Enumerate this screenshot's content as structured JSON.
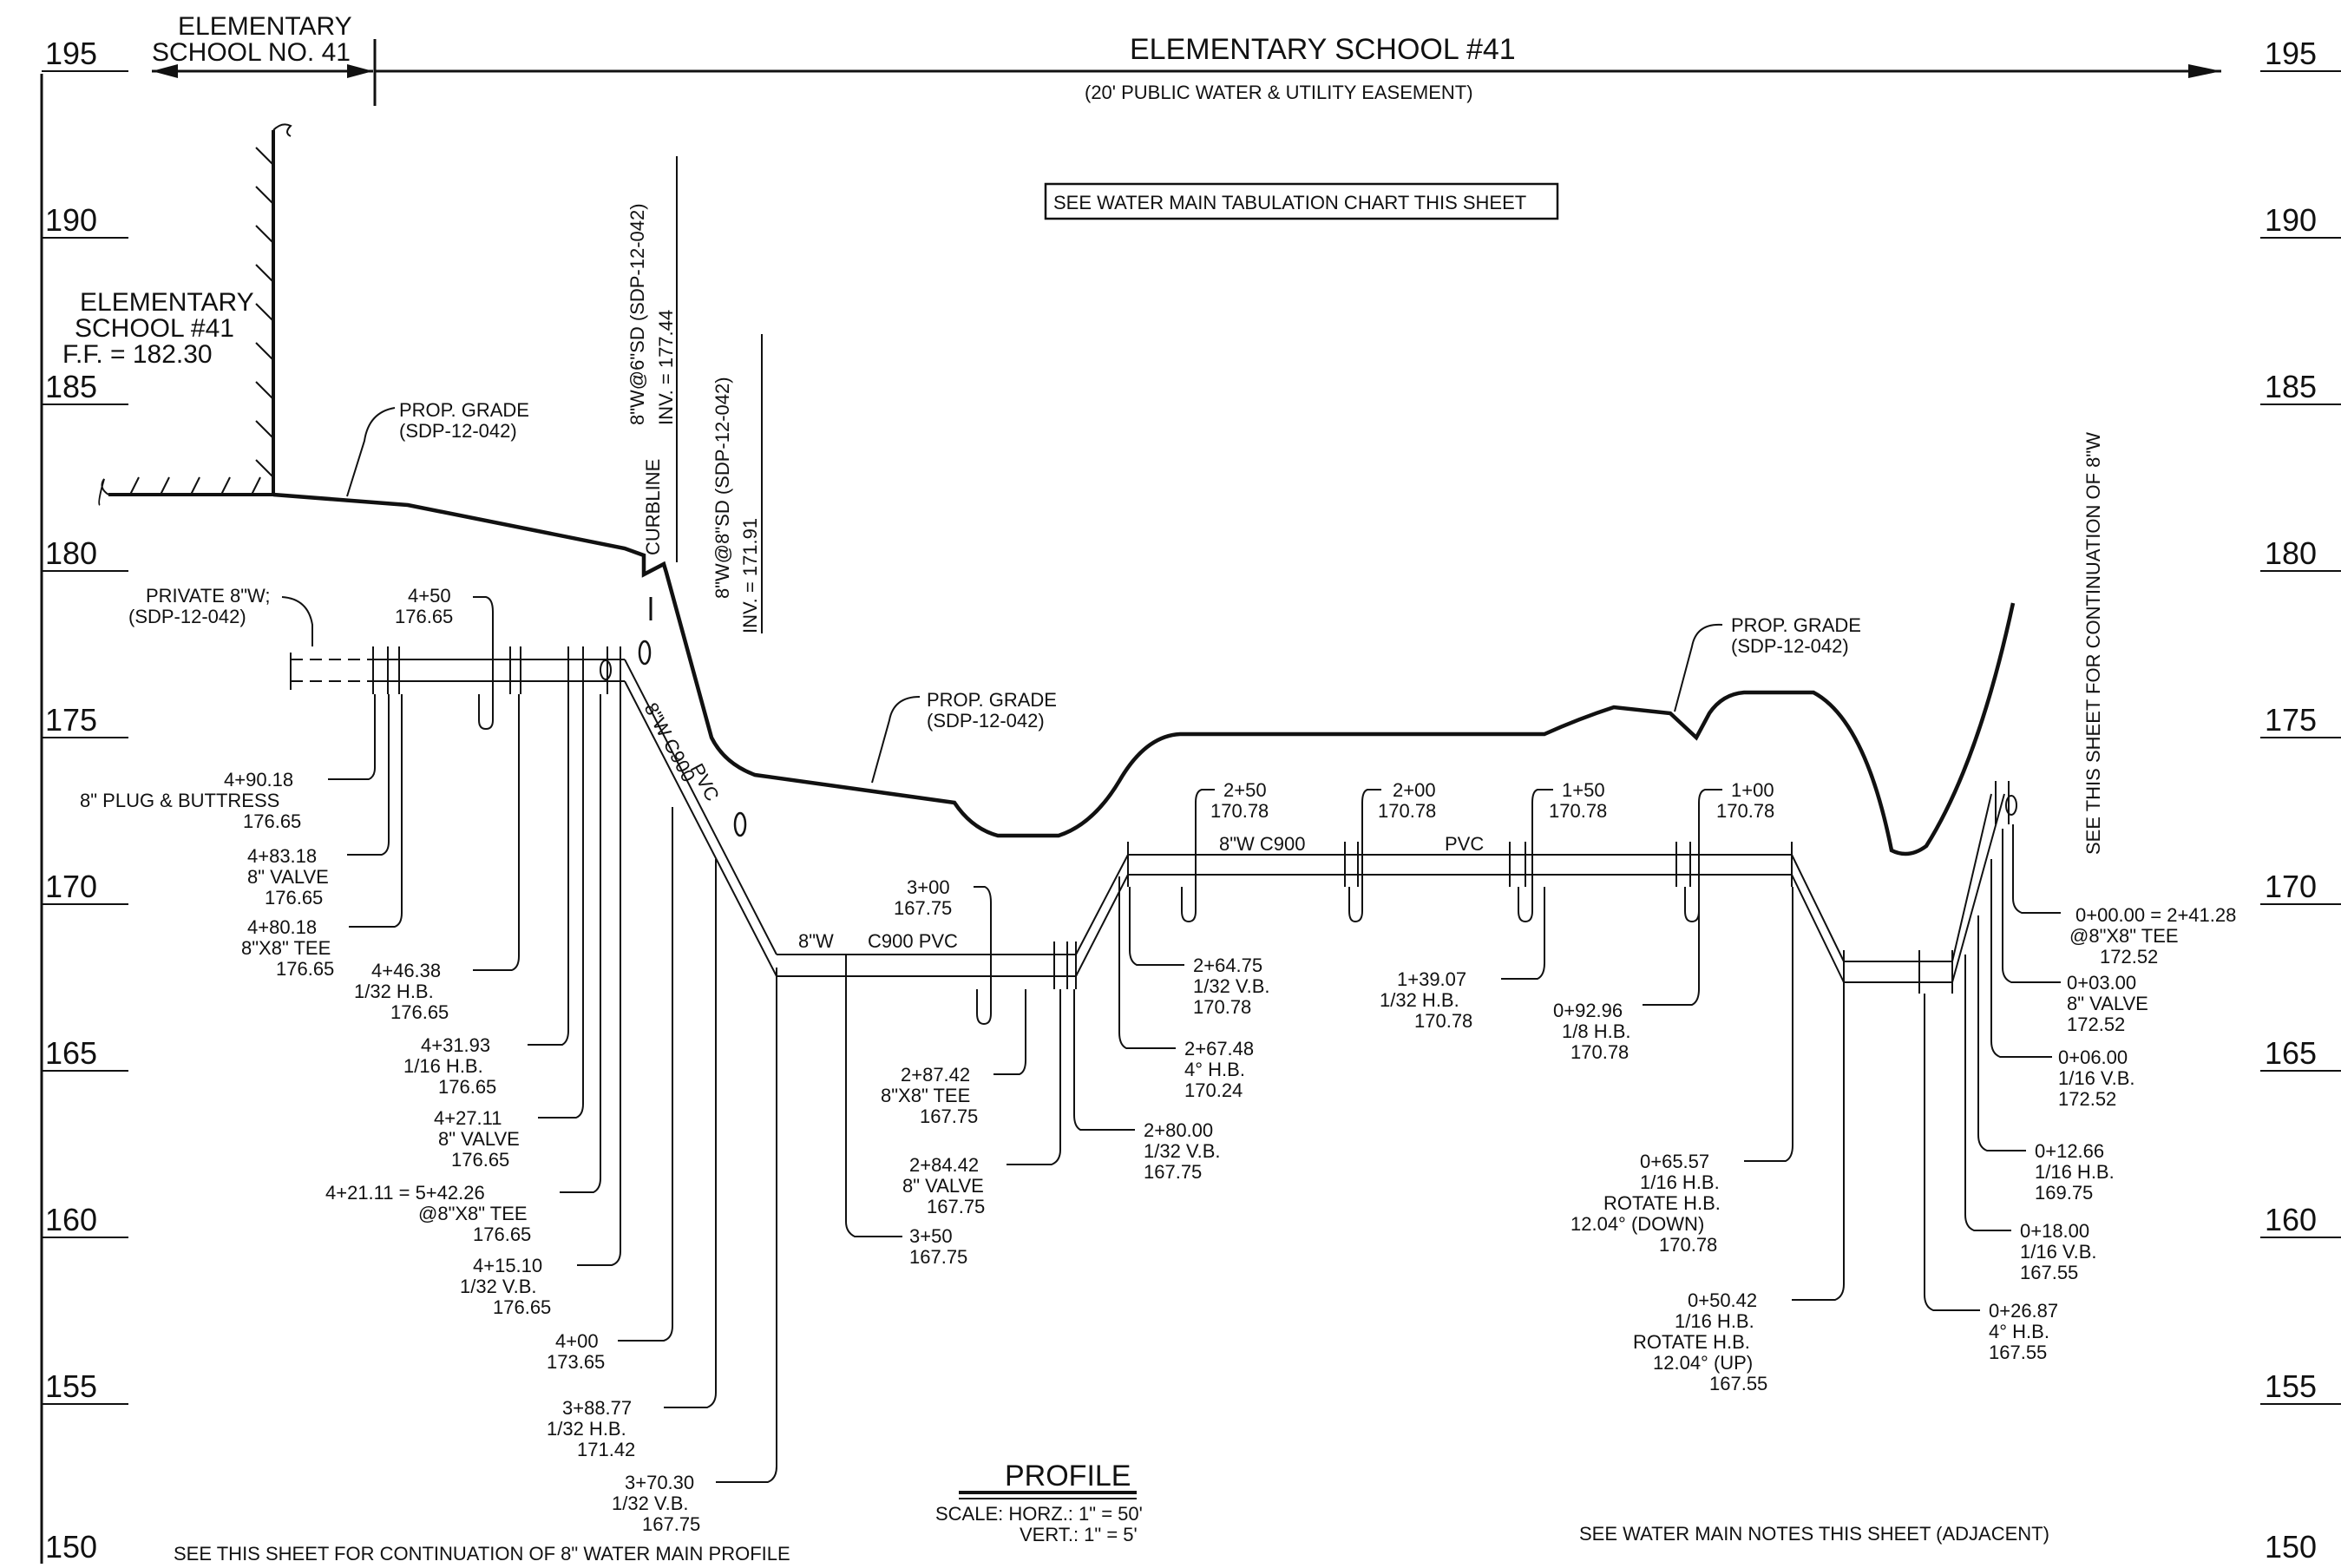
{
  "header": {
    "left_label_line1": "ELEMENTARY",
    "left_label_line2": "SCHOOL NO. 41",
    "main_label": "ELEMENTARY SCHOOL #41",
    "easement": "(20' PUBLIC WATER & UTILITY EASEMENT)",
    "tab_note": "SEE WATER MAIN TABULATION CHART THIS SHEET"
  },
  "elevations": {
    "left": [
      "195",
      "190",
      "185",
      "180",
      "175",
      "170",
      "165",
      "160",
      "155",
      "150"
    ],
    "right": [
      "195",
      "190",
      "185",
      "180",
      "175",
      "170",
      "165",
      "160",
      "155",
      "150"
    ]
  },
  "building": {
    "line1": "ELEMENTARY",
    "line2": "SCHOOL #41",
    "line3": "F.F. = 182.30"
  },
  "grade_labels": {
    "g1_line1": "PROP. GRADE",
    "g1_line2": "(SDP-12-042)",
    "g2_line1": "PROP. GRADE",
    "g2_line2": "(SDP-12-042)",
    "g3_line1": "PROP. GRADE",
    "g3_line2": "(SDP-12-042)"
  },
  "vertical_labels": {
    "curbline": "CURBLINE",
    "sd6_line1": "8\"W@6\"SD (SDP-12-042)",
    "sd6_line2": "INV. = 177.44",
    "sd8_line1": "8\"W@8\"SD (SDP-12-042)",
    "sd8_line2": "INV. = 171.91",
    "continuation_right": "SEE THIS SHEET FOR CONTINUATION OF 8\"W"
  },
  "pipe_labels": {
    "private_line1": "PRIVATE 8\"W;",
    "private_line2": "(SDP-12-042)",
    "diag_a": "8\"W C900",
    "diag_b": "PVC",
    "low_a": "8\"W",
    "low_b": "C900 PVC",
    "mid_a": "8\"W C900",
    "mid_b": "PVC"
  },
  "top_stations": {
    "s450": {
      "sta": "4+50",
      "elev": "176.65"
    },
    "s250": {
      "sta": "2+50",
      "elev": "170.78"
    },
    "s200": {
      "sta": "2+00",
      "elev": "170.78"
    },
    "s150": {
      "sta": "1+50",
      "elev": "170.78"
    },
    "s100": {
      "sta": "1+00",
      "elev": "170.78"
    },
    "s300": {
      "sta": "3+00",
      "elev": "167.75"
    }
  },
  "callouts": {
    "c1": [
      "4+90.18",
      "8\" PLUG & BUTTRESS",
      "176.65"
    ],
    "c2": [
      "4+83.18",
      "8\" VALVE",
      "176.65"
    ],
    "c3": [
      "4+80.18",
      "8\"X8\" TEE",
      "176.65"
    ],
    "c4": [
      "4+46.38",
      "1/32 H.B.",
      "176.65"
    ],
    "c5": [
      "4+31.93",
      "1/16 H.B.",
      "176.65"
    ],
    "c6": [
      "4+27.11",
      "8\" VALVE",
      "176.65"
    ],
    "c7": [
      "4+21.11 = 5+42.26",
      "@8\"X8\" TEE",
      "176.65"
    ],
    "c8": [
      "4+15.10",
      "1/32 V.B.",
      "176.65"
    ],
    "c9": [
      "4+00",
      "173.65"
    ],
    "c10": [
      "3+88.77",
      "1/32 H.B.",
      "171.42"
    ],
    "c11": [
      "3+70.30",
      "1/32 V.B.",
      "167.75"
    ],
    "c12": [
      "2+87.42",
      "8\"X8\" TEE",
      "167.75"
    ],
    "c13": [
      "2+84.42",
      "8\" VALVE",
      "167.75"
    ],
    "c14": [
      "3+50",
      "167.75"
    ],
    "c15": [
      "2+64.75",
      "1/32 V.B.",
      "170.78"
    ],
    "c16": [
      "2+67.48",
      "4° H.B.",
      "170.24"
    ],
    "c17": [
      "2+80.00",
      "1/32 V.B.",
      "167.75"
    ],
    "c18": [
      "1+39.07",
      "1/32 H.B.",
      "170.78"
    ],
    "c19": [
      "0+92.96",
      "1/8 H.B.",
      "170.78"
    ],
    "c20": [
      "0+65.57",
      "1/16 H.B.",
      "ROTATE H.B.",
      "12.04° (DOWN)",
      "170.78"
    ],
    "c21": [
      "0+50.42",
      "1/16 H.B.",
      "ROTATE H.B.",
      "12.04° (UP)",
      "167.55"
    ],
    "c22": [
      "0+00.00 = 2+41.28",
      "@8\"X8\" TEE",
      "172.52"
    ],
    "c23": [
      "0+03.00",
      "8\" VALVE",
      "172.52"
    ],
    "c24": [
      "0+06.00",
      "1/16 V.B.",
      "172.52"
    ],
    "c25": [
      "0+12.66",
      "1/16 H.B.",
      "169.75"
    ],
    "c26": [
      "0+18.00",
      "1/16 V.B.",
      "167.55"
    ],
    "c27": [
      "0+26.87",
      "4° H.B.",
      "167.55"
    ]
  },
  "footer": {
    "profile_title": "PROFILE",
    "scale_horz": "SCALE: HORZ.: 1\" = 50'",
    "scale_vert": "VERT.: 1\" = 5'",
    "note_left": "SEE THIS SHEET FOR CONTINUATION OF 8\" WATER MAIN PROFILE",
    "note_right": "SEE WATER MAIN NOTES THIS SHEET (ADJACENT)"
  }
}
